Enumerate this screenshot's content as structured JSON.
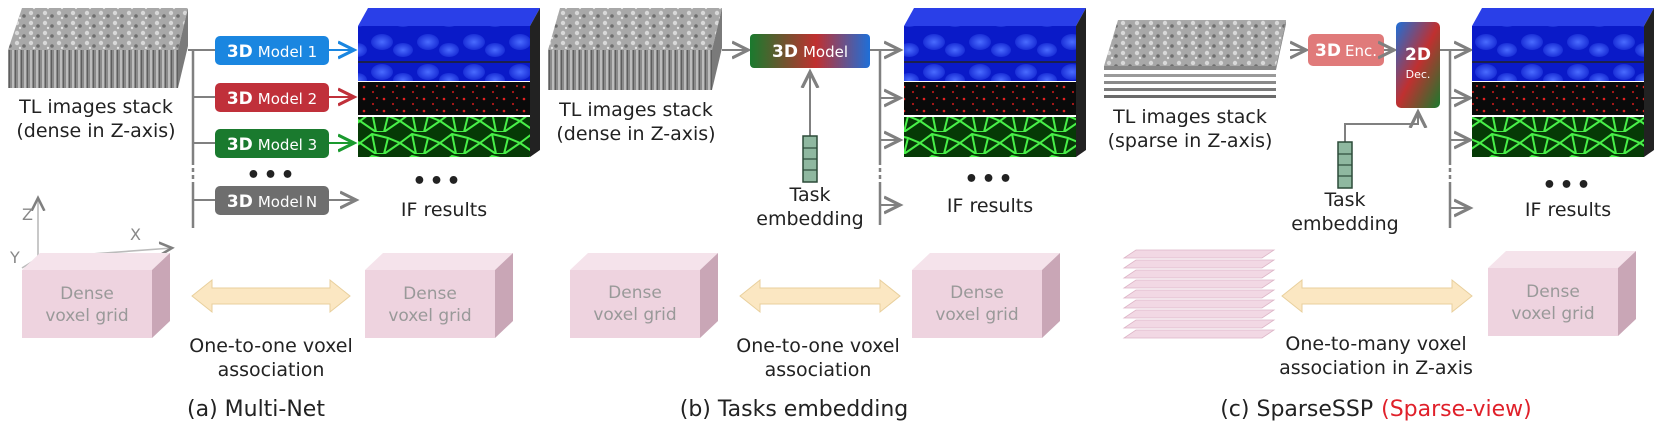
{
  "colors": {
    "blue_model": "#1a86e0",
    "red_model": "#c0303a",
    "green_model": "#1a7a2e",
    "gray_model": "#6e6e6e",
    "enc": "#e07a7a",
    "voxel": "#eed3df",
    "voxel_side": "#c9a6b6",
    "arrow_fill": "#fbe7c2",
    "accent_red": "#e0202a",
    "embed": "#8fb8a0"
  },
  "panel_a": {
    "input_label_1": "TL images stack",
    "input_label_2": "(dense in Z-axis)",
    "models": [
      {
        "bold": "3D",
        "name": "Model 1"
      },
      {
        "bold": "3D",
        "name": "Model 2"
      },
      {
        "bold": "3D",
        "name": "Model 3"
      },
      {
        "bold": "3D",
        "name": "Model",
        "sub": "N"
      }
    ],
    "dots": "•••",
    "output_label": "IF results",
    "axis": {
      "z": "Z",
      "x": "X",
      "y": "Y"
    },
    "grid_left_1": "Dense",
    "grid_left_2": "voxel grid",
    "grid_right_1": "Dense",
    "grid_right_2": "voxel grid",
    "assoc_1": "One-to-one voxel",
    "assoc_2": "association",
    "caption": "(a) Multi-Net"
  },
  "panel_b": {
    "input_label_1": "TL images stack",
    "input_label_2": "(dense in Z-axis)",
    "model_bold": "3D",
    "model_name": "Model",
    "task_1": "Task",
    "task_2": "embedding",
    "dots": "•••",
    "output_label": "IF results",
    "grid_left_1": "Dense",
    "grid_left_2": "voxel grid",
    "grid_right_1": "Dense",
    "grid_right_2": "voxel grid",
    "assoc_1": "One-to-one voxel",
    "assoc_2": "association",
    "caption": "(b) Tasks embedding"
  },
  "panel_c": {
    "input_label_1": "TL images stack",
    "input_label_2": "(sparse in Z-axis)",
    "enc_bold": "3D",
    "enc_name": "Enc.",
    "dec_bold": "2D",
    "dec_name": "Dec.",
    "task_1": "Task",
    "task_2": "embedding",
    "dots": "•••",
    "output_label": "IF results",
    "grid_right_1": "Dense",
    "grid_right_2": "voxel grid",
    "assoc_1": "One-to-many voxel",
    "assoc_2": "association in Z-axis",
    "caption_main": "(c) SparseSSP",
    "caption_accent": "(Sparse-view)"
  }
}
